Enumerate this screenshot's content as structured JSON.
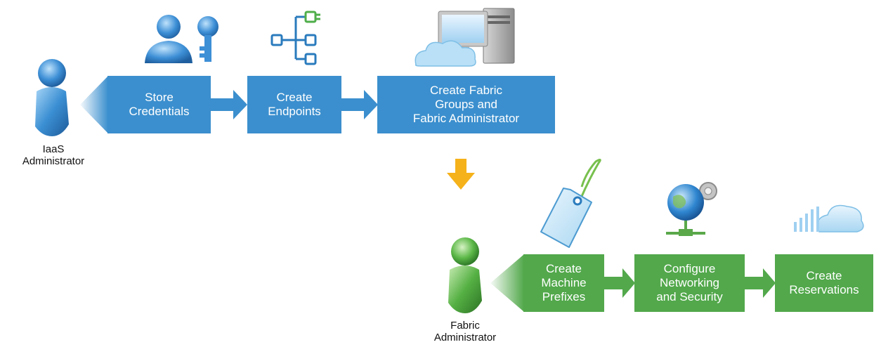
{
  "iaas": {
    "role_label": "IaaS\nAdministrator",
    "steps": [
      {
        "label": "Store\nCredentials"
      },
      {
        "label": "Create\nEndpoints"
      },
      {
        "label": "Create Fabric\nGroups and\nFabric Administrator"
      }
    ]
  },
  "fabric": {
    "role_label": "Fabric\nAdministrator",
    "steps": [
      {
        "label": "Create\nMachine\nPrefixes"
      },
      {
        "label": "Configure\nNetworking\nand Security"
      },
      {
        "label": "Create\nReservations"
      }
    ]
  },
  "colors": {
    "blue_step": "#3b8fce",
    "green_step": "#52a84b",
    "handoff_arrow": "#f5b21a"
  },
  "icons": {
    "user_key": "user-key-icon",
    "endpoints": "endpoint-tree-icon",
    "computer_cloud": "computer-cloud-icon",
    "tag": "tag-icon",
    "globe_network": "globe-network-icon",
    "cloud_reservation": "cloud-reservation-icon",
    "iaas_person": "iaas-admin-person-icon",
    "fabric_person": "fabric-admin-person-icon"
  }
}
